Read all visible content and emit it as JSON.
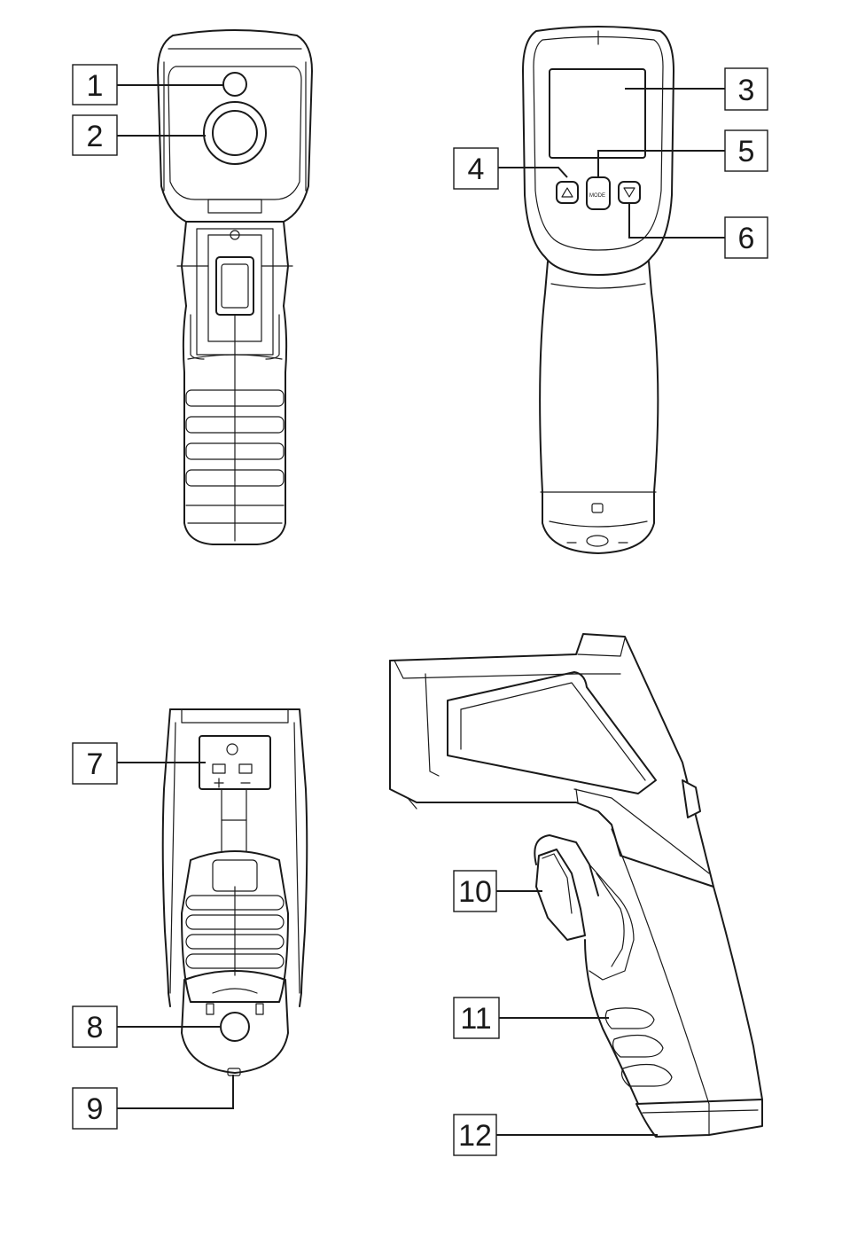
{
  "callouts": [
    {
      "id": "1",
      "label": "1"
    },
    {
      "id": "2",
      "label": "2"
    },
    {
      "id": "3",
      "label": "3"
    },
    {
      "id": "4",
      "label": "4"
    },
    {
      "id": "5",
      "label": "5"
    },
    {
      "id": "6",
      "label": "6"
    },
    {
      "id": "7",
      "label": "7"
    },
    {
      "id": "8",
      "label": "8"
    },
    {
      "id": "9",
      "label": "9"
    },
    {
      "id": "10",
      "label": "10"
    },
    {
      "id": "11",
      "label": "11"
    },
    {
      "id": "12",
      "label": "12"
    }
  ],
  "buttons": {
    "mode_label": "MODE"
  },
  "colors": {
    "line": "#1a1a1a",
    "background": "#ffffff"
  }
}
